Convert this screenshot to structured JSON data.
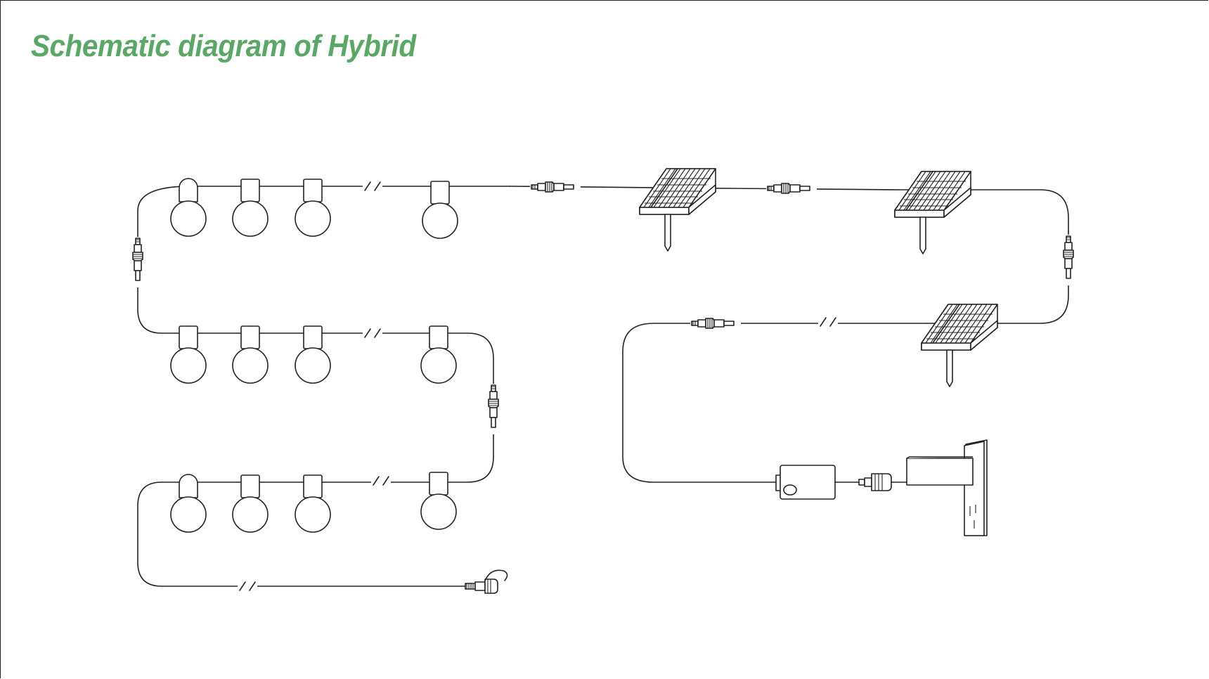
{
  "title": "Schematic diagram of Hybrid",
  "colors": {
    "title": "#5aa865",
    "line": "#222222",
    "background": "#ffffff"
  },
  "components": {
    "bulb_rows": 3,
    "bulbs_per_row": 4,
    "solar_panels": 3,
    "inline_connectors": 6,
    "adapter": "power-adapter-icon",
    "wall_outlet": "wall-socket-icon",
    "end_cap": "end-cap-icon"
  }
}
